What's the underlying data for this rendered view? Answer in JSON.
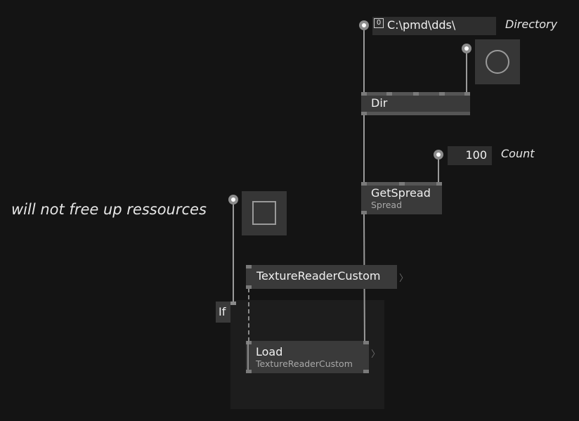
{
  "comments": {
    "directory": "Directory",
    "count": "Count",
    "note": "will not free up ressources"
  },
  "iobox_directory": {
    "value": "C:\\pmd\\dds\\",
    "mode_glyph": "0"
  },
  "iobox_count": {
    "value": "100"
  },
  "nodes": {
    "dir": {
      "title": "Dir"
    },
    "getspread": {
      "title": "GetSpread",
      "subtitle": "Spread"
    },
    "texture_reader": {
      "title": "TextureReaderCustom",
      "arrow": "〉"
    },
    "if": {
      "title": "If"
    },
    "load": {
      "title": "Load",
      "subtitle": "TextureReaderCustom",
      "arrow": "〉"
    }
  },
  "colors": {
    "background": "#141414",
    "node": "#3a3a3a",
    "wire": "#9a9a9a",
    "region": "#1d1d1d"
  }
}
